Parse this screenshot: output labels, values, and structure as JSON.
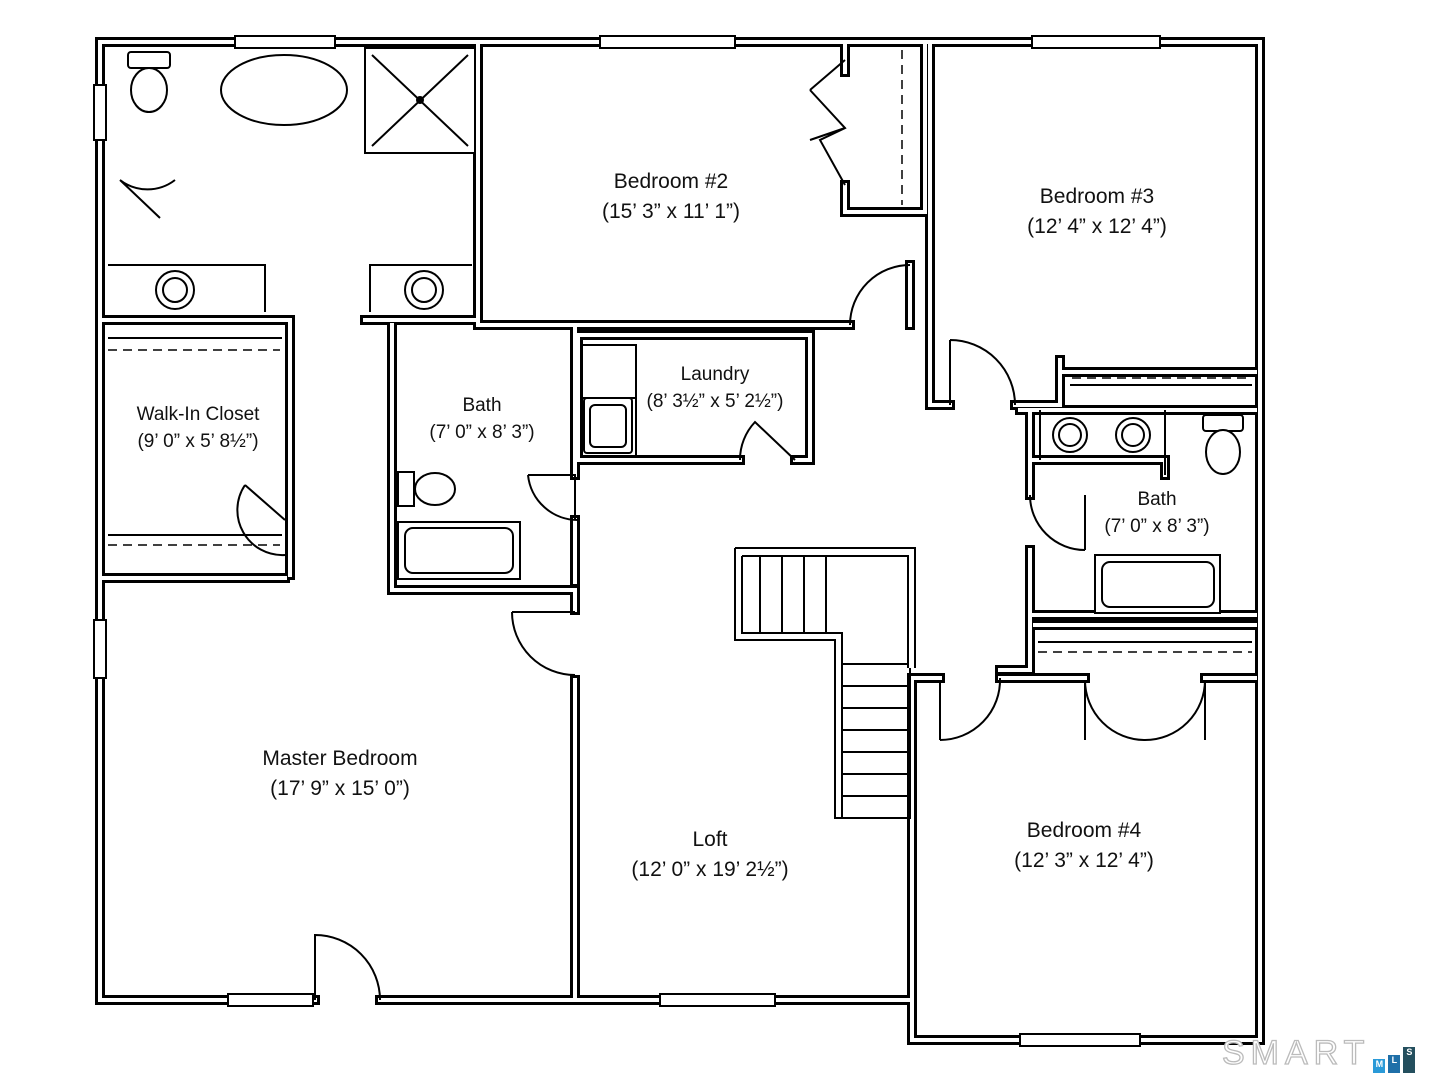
{
  "rooms": {
    "bedroom2": {
      "name": "Bedroom #2",
      "dims": "(15’ 3” x 11’ 1”)"
    },
    "bedroom3": {
      "name": "Bedroom #3",
      "dims": "(12’ 4” x 12’ 4”)"
    },
    "laundry": {
      "name": "Laundry",
      "dims": "(8’ 3½” x 5’ 2½”)"
    },
    "bath_center": {
      "name": "Bath",
      "dims": "(7’ 0” x 8’ 3”)"
    },
    "walk_in_closet": {
      "name": "Walk-In Closet",
      "dims": "(9’ 0” x 5’ 8½”)"
    },
    "bath_right": {
      "name": "Bath",
      "dims": "(7’ 0” x 8’ 3”)"
    },
    "master": {
      "name": "Master Bedroom",
      "dims": "(17’ 9” x 15’ 0”)"
    },
    "loft": {
      "name": "Loft",
      "dims": "(12’ 0” x 19’ 2½”)"
    },
    "bedroom4": {
      "name": "Bedroom #4",
      "dims": "(12’ 3” x 12’ 4”)"
    }
  },
  "watermark": {
    "text": "SMART",
    "m": "M",
    "l": "L",
    "s": "S",
    "colors": [
      "#2a9ad8",
      "#1f6fa8",
      "#244f5e"
    ]
  }
}
